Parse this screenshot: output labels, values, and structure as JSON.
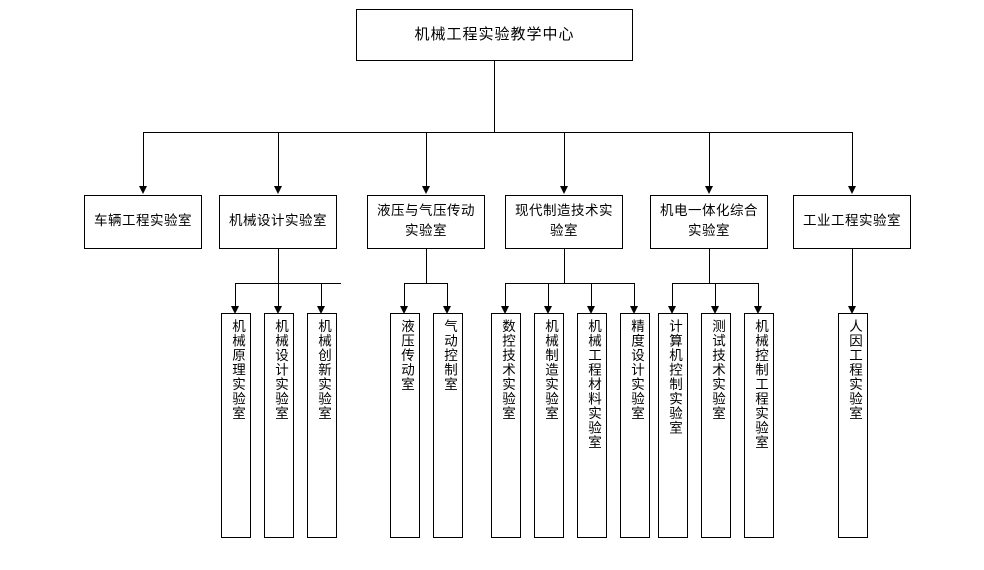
{
  "diagram": {
    "title": "机械工程实验教学中心",
    "root": {
      "label": "机械工程实验教学中心"
    },
    "level2": [
      {
        "label": "车辆工程实验室"
      },
      {
        "label": "机械设计实验室"
      },
      {
        "label": "液压与气压传动实验室"
      },
      {
        "label": "现代制造技术实验室"
      },
      {
        "label": "机电一体化综合实验室"
      },
      {
        "label": "工业工程实验室"
      }
    ],
    "leaves": [
      {
        "label": "机械原理实验室"
      },
      {
        "label": "机械设计实验室"
      },
      {
        "label": "机械创新实验室"
      },
      {
        "label": "液压传动室"
      },
      {
        "label": "气动控制室"
      },
      {
        "label": "数控技术实验室"
      },
      {
        "label": "机械制造实验室"
      },
      {
        "label": "机械工程材料实验室"
      },
      {
        "label": "精度设计实验室"
      },
      {
        "label": "计算机控制实验室"
      },
      {
        "label": "测试技术实验室"
      },
      {
        "label": "机械控制工程实验室"
      },
      {
        "label": "人因工程实验室"
      }
    ],
    "colors": {
      "line": "#000000",
      "box_fill": "#ffffff",
      "box_border": "#000000",
      "background": "#ffffff",
      "text": "#000000"
    }
  }
}
